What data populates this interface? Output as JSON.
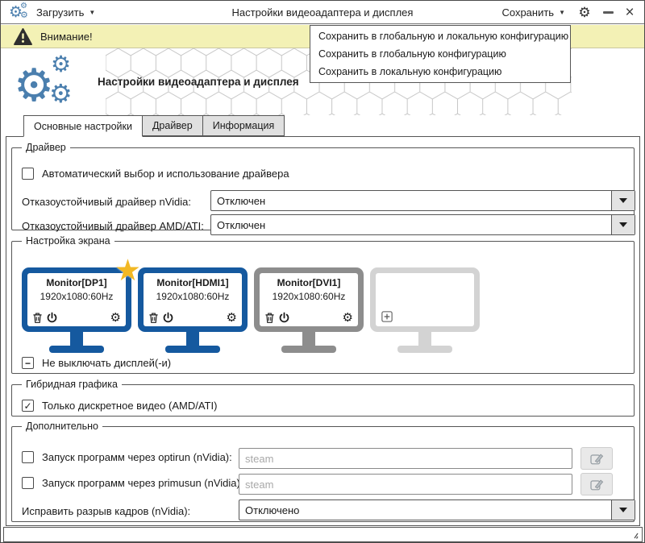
{
  "titlebar": {
    "load_label": "Загрузить",
    "title": "Настройки видеоадаптера и дисплея",
    "save_label": "Сохранить"
  },
  "save_menu": {
    "items": [
      "Сохранить в глобальную и локальную конфигурацию",
      "Сохранить в глобальную конфигурацию",
      "Сохранить в локальную конфигурацию"
    ]
  },
  "warning_bar": {
    "text": "Внимание!"
  },
  "header": {
    "title": "Настройки видеоадаптера и дисплея"
  },
  "tabs": {
    "main": "Основные настройки",
    "driver": "Драйвер",
    "info": "Информация"
  },
  "driver": {
    "legend": "Драйвер",
    "auto_select_label": "Автоматический выбор и использование драйвера",
    "auto_select_checked": false,
    "nvidia_failsafe_label": "Отказоустойчивый драйвер nVidia:",
    "nvidia_failsafe_value": "Отключен",
    "amd_failsafe_label": "Отказоустойчивый драйвер AMD/ATI:",
    "amd_failsafe_value": "Отключен"
  },
  "screen": {
    "legend": "Настройка экрана",
    "monitors": [
      {
        "name": "Monitor[DP1]",
        "mode": "1920x1080:60Hz",
        "primary": true,
        "frame_color": "#15599f"
      },
      {
        "name": "Monitor[HDMI1]",
        "mode": "1920x1080:60Hz",
        "primary": false,
        "frame_color": "#15599f"
      },
      {
        "name": "Monitor[DVI1]",
        "mode": "1920x1080:60Hz",
        "primary": false,
        "frame_color": "#8d8d8d"
      },
      {
        "name": "",
        "mode": "",
        "empty": true,
        "frame_color": "#d3d3d3"
      }
    ],
    "keep_on_label": "Не выключать дисплей(-и)",
    "keep_on_state": "indeterminate"
  },
  "hybrid": {
    "legend": "Гибридная графика",
    "discrete_only_label": "Только дискретное видео (AMD/ATI)",
    "discrete_only_checked": true
  },
  "extra": {
    "legend": "Дополнительно",
    "optirun_label": "Запуск программ через optirun (nVidia):",
    "optirun_placeholder": "steam",
    "primusun_label": "Запуск программ через primusun (nVidia):",
    "primusun_placeholder": "steam",
    "tearing_label": "Исправить разрыв кадров (nVidia):",
    "tearing_value": "Отключено"
  },
  "glyphs": {
    "caret_down": "▼",
    "gear": "⚙",
    "star": "★",
    "check": "✓",
    "dash": "–",
    "minus": "−",
    "close": "×"
  },
  "colors": {
    "accent_blue": "#15599f",
    "logo_blue": "#4b7fae",
    "warning_bg": "#f3f1b5",
    "star_gold": "#f2b824",
    "monitor_gray": "#8d8d8d",
    "monitor_empty": "#d3d3d3"
  }
}
